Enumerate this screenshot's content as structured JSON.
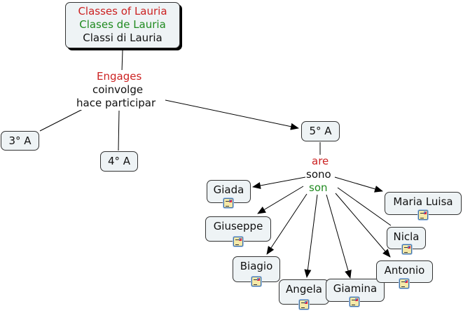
{
  "root": {
    "lines": [
      {
        "text": "Classes of Lauria",
        "color": "#cc2222"
      },
      {
        "text": "Clases de Lauria",
        "color": "#1f8a1f"
      },
      {
        "text": "Classi di Lauria",
        "color": "#111111"
      }
    ]
  },
  "link_root": {
    "en": "Engages",
    "it": "coinvolge",
    "es": "hace participar"
  },
  "classes": [
    {
      "id": "3a",
      "label": "3° A"
    },
    {
      "id": "4a",
      "label": "4° A"
    },
    {
      "id": "5a",
      "label": "5° A"
    }
  ],
  "link_5a": {
    "en": "are",
    "it": "sono",
    "es": "son"
  },
  "students": [
    {
      "name": "Giada",
      "has_resource": true,
      "resource_icon": "document-image-icon"
    },
    {
      "name": "Giuseppe",
      "has_resource": true,
      "resource_icon": "document-image-icon"
    },
    {
      "name": "Biagio",
      "has_resource": true,
      "resource_icon": "document-image-icon"
    },
    {
      "name": "Angela",
      "has_resource": true,
      "resource_icon": "document-image-icon"
    },
    {
      "name": "Giamina",
      "has_resource": true,
      "resource_icon": "document-image-icon"
    },
    {
      "name": "Antonio",
      "has_resource": true,
      "resource_icon": "document-image-icon"
    },
    {
      "name": "Nicla",
      "has_resource": true,
      "resource_icon": "document-image-icon"
    },
    {
      "name": "Maria Luisa",
      "has_resource": true,
      "resource_icon": "document-image-icon"
    }
  ],
  "colors": {
    "english": "#cc2222",
    "spanish": "#1f8a1f",
    "italian": "#111111",
    "node_fill": "#eef3f5",
    "node_border": "#333333"
  }
}
